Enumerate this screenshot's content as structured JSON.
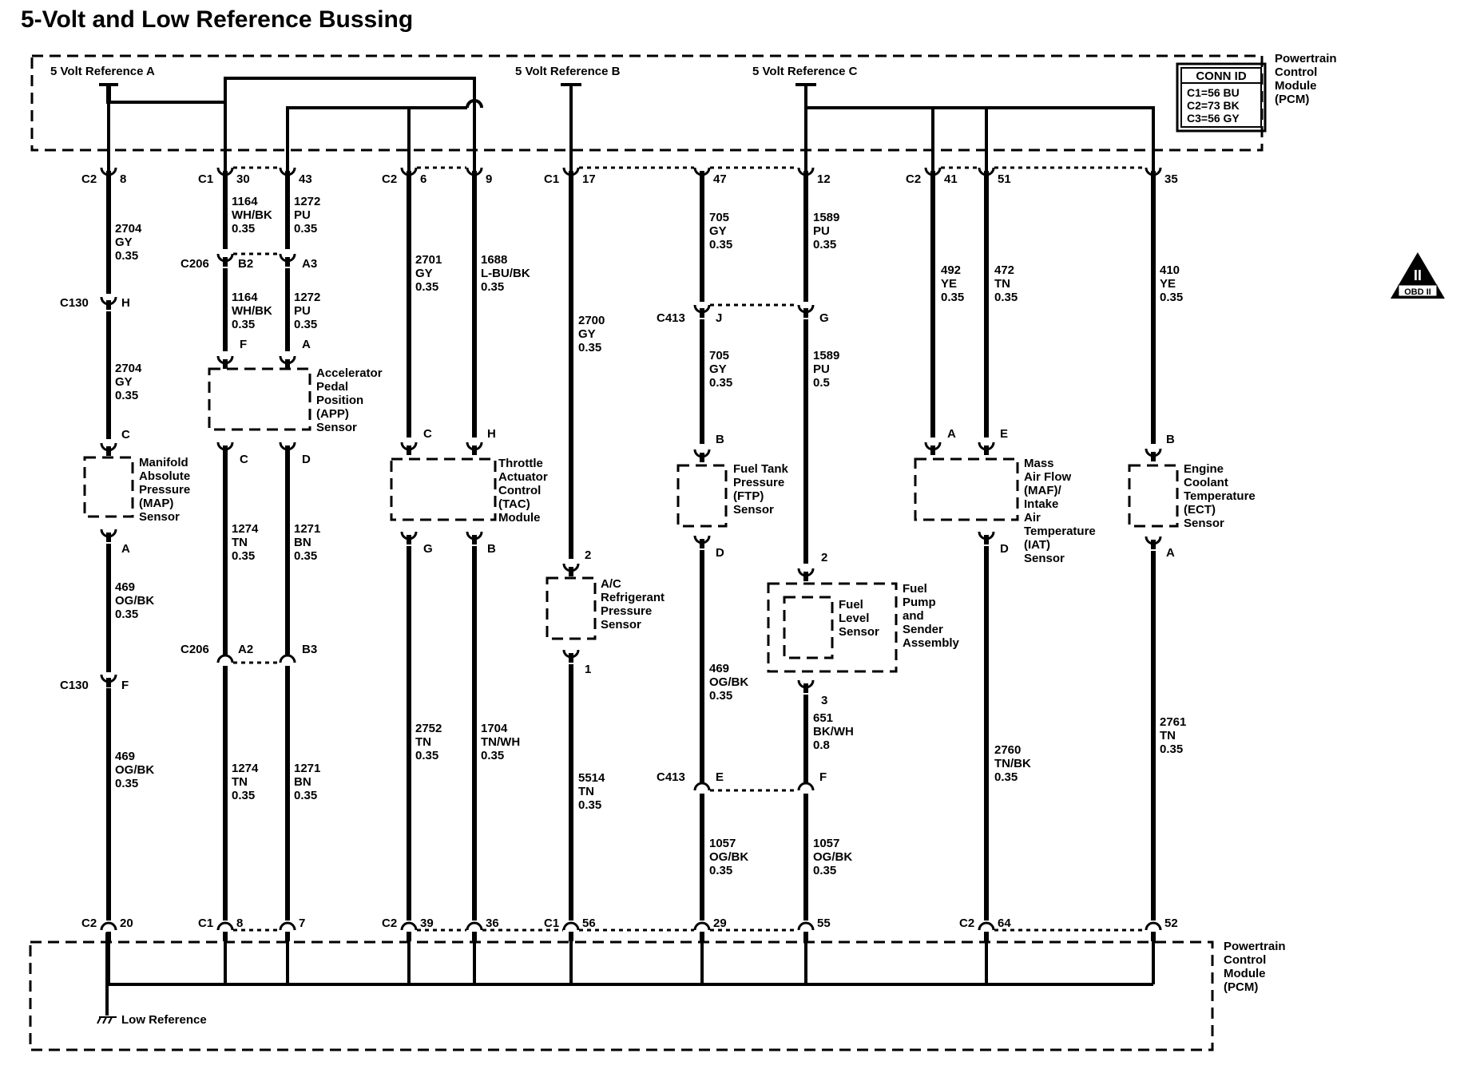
{
  "title": "5-Volt and Low Reference Bussing",
  "pcm_label_top": [
    "Powertrain",
    "Control",
    "Module",
    "(PCM)"
  ],
  "pcm_label_bottom": [
    "Powertrain",
    "Control",
    "Module",
    "(PCM)"
  ],
  "conn_id": {
    "header": "CONN ID",
    "rows": [
      "C1=56 BU",
      "C2=73 BK",
      "C3=56 GY"
    ]
  },
  "references": {
    "a": "5 Volt Reference A",
    "b": "5 Volt Reference B",
    "c": "5 Volt Reference C",
    "low": "Low Reference"
  },
  "badge": {
    "roman": "II",
    "text": "OBD II"
  },
  "top_connectors": [
    {
      "conn": "C2",
      "pin": "8"
    },
    {
      "conn": "C1",
      "pin": "30"
    },
    {
      "conn": "",
      "pin": "43"
    },
    {
      "conn": "C2",
      "pin": "6"
    },
    {
      "conn": "",
      "pin": "9"
    },
    {
      "conn": "C1",
      "pin": "17"
    },
    {
      "conn": "",
      "pin": "47"
    },
    {
      "conn": "",
      "pin": "12"
    },
    {
      "conn": "C2",
      "pin": "41"
    },
    {
      "conn": "",
      "pin": "51"
    },
    {
      "conn": "",
      "pin": "35"
    }
  ],
  "bottom_connectors": [
    {
      "conn": "C2",
      "pin": "20"
    },
    {
      "conn": "C1",
      "pin": "8"
    },
    {
      "conn": "",
      "pin": "7"
    },
    {
      "conn": "C2",
      "pin": "39"
    },
    {
      "conn": "",
      "pin": "36"
    },
    {
      "conn": "C1",
      "pin": "56"
    },
    {
      "conn": "",
      "pin": "29"
    },
    {
      "conn": "",
      "pin": "55"
    },
    {
      "conn": "C2",
      "pin": "64"
    },
    {
      "conn": "",
      "pin": "52"
    }
  ],
  "wires": [
    [
      "2704",
      "GY",
      "0.35"
    ],
    [
      "2704",
      "GY",
      "0.35"
    ],
    [
      "469",
      "OG/BK",
      "0.35"
    ],
    [
      "469",
      "OG/BK",
      "0.35"
    ],
    [
      "1164",
      "WH/BK",
      "0.35"
    ],
    [
      "1164",
      "WH/BK",
      "0.35"
    ],
    [
      "1274",
      "TN",
      "0.35"
    ],
    [
      "1274",
      "TN",
      "0.35"
    ],
    [
      "1272",
      "PU",
      "0.35"
    ],
    [
      "1272",
      "PU",
      "0.35"
    ],
    [
      "1271",
      "BN",
      "0.35"
    ],
    [
      "1271",
      "BN",
      "0.35"
    ],
    [
      "2701",
      "GY",
      "0.35"
    ],
    [
      "2752",
      "TN",
      "0.35"
    ],
    [
      "1688",
      "L-BU/BK",
      "0.35"
    ],
    [
      "1704",
      "TN/WH",
      "0.35"
    ],
    [
      "2700",
      "GY",
      "0.35"
    ],
    [
      "5514",
      "TN",
      "0.35"
    ],
    [
      "705",
      "GY",
      "0.35"
    ],
    [
      "705",
      "GY",
      "0.35"
    ],
    [
      "469",
      "OG/BK",
      "0.35"
    ],
    [
      "1057",
      "OG/BK",
      "0.35"
    ],
    [
      "1589",
      "PU",
      "0.35"
    ],
    [
      "1589",
      "PU",
      "0.5"
    ],
    [
      "651",
      "BK/WH",
      "0.8"
    ],
    [
      "1057",
      "OG/BK",
      "0.35"
    ],
    [
      "492",
      "YE",
      "0.35"
    ],
    [
      "472",
      "TN",
      "0.35"
    ],
    [
      "2760",
      "TN/BK",
      "0.35"
    ],
    [
      "410",
      "YE",
      "0.35"
    ],
    [
      "2761",
      "TN",
      "0.35"
    ]
  ],
  "inline_connectors": {
    "c130": "C130",
    "c206": "C206",
    "c413": "C413",
    "pins": [
      "H",
      "F",
      "B2",
      "A3",
      "A2",
      "B3",
      "J",
      "G",
      "E",
      "F"
    ]
  },
  "sensors": {
    "map": {
      "name": [
        "Manifold",
        "Absolute",
        "Pressure",
        "(MAP)",
        "Sensor"
      ],
      "pins": [
        "C",
        "A"
      ]
    },
    "app": {
      "name": [
        "Accelerator",
        "Pedal",
        "Position",
        "(APP)",
        "Sensor"
      ],
      "pins": [
        "F",
        "A",
        "C",
        "D"
      ]
    },
    "tac": {
      "name": [
        "Throttle",
        "Actuator",
        "Control",
        "(TAC)",
        "Module"
      ],
      "pins": [
        "C",
        "H",
        "G",
        "B"
      ]
    },
    "ac": {
      "name": [
        "A/C",
        "Refrigerant",
        "Pressure",
        "Sensor"
      ],
      "pins": [
        "2",
        "1"
      ]
    },
    "ftp": {
      "name": [
        "Fuel Tank",
        "Pressure",
        "(FTP)",
        "Sensor"
      ],
      "pins": [
        "B",
        "D"
      ]
    },
    "fuel_level": {
      "name": [
        "Fuel",
        "Level",
        "Sensor"
      ],
      "pins": [
        "2",
        "3"
      ]
    },
    "fuel_pump": {
      "name": [
        "Fuel",
        "Pump",
        "and",
        "Sender",
        "Assembly"
      ]
    },
    "maf": {
      "name": [
        "Mass",
        "Air Flow",
        "(MAF)/",
        "Intake",
        "Air",
        "Temperature",
        "(IAT)",
        "Sensor"
      ],
      "pins": [
        "A",
        "E",
        "D"
      ]
    },
    "ect": {
      "name": [
        "Engine",
        "Coolant",
        "Temperature",
        "(ECT)",
        "Sensor"
      ],
      "pins": [
        "B",
        "A"
      ]
    }
  }
}
